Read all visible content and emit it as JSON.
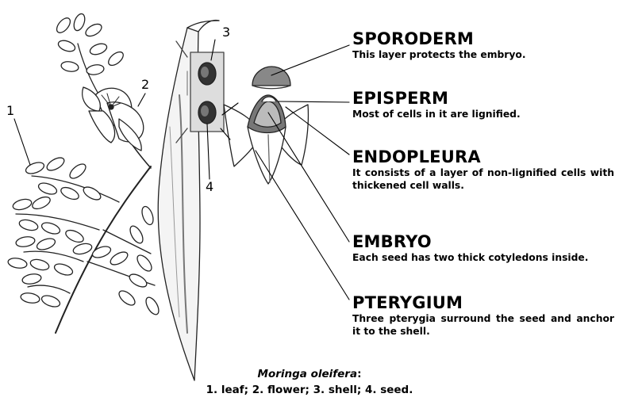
{
  "callouts": [
    {
      "term": "SPORODERM",
      "description": "This layer protects the embryo."
    },
    {
      "term": "EPISPERM",
      "description": "Most of cells in it are lignified."
    },
    {
      "term": "ENDOPLEURA",
      "description": "It consists of a layer of non-lignified cells with thickened cell walls."
    },
    {
      "term": "EMBRYO",
      "description": "Each seed has two thick cotyledons inside."
    },
    {
      "term": "PTERYGIUM",
      "description": "Three pterygia surround the seed and anchor it to the shell."
    }
  ],
  "numbers": [
    "1",
    "2",
    "3",
    "4"
  ],
  "caption": {
    "species": "Moringa oleifera",
    "suffix": ":",
    "legend": "1.  leaf; 2. flower; 3. shell; 4. seed."
  }
}
